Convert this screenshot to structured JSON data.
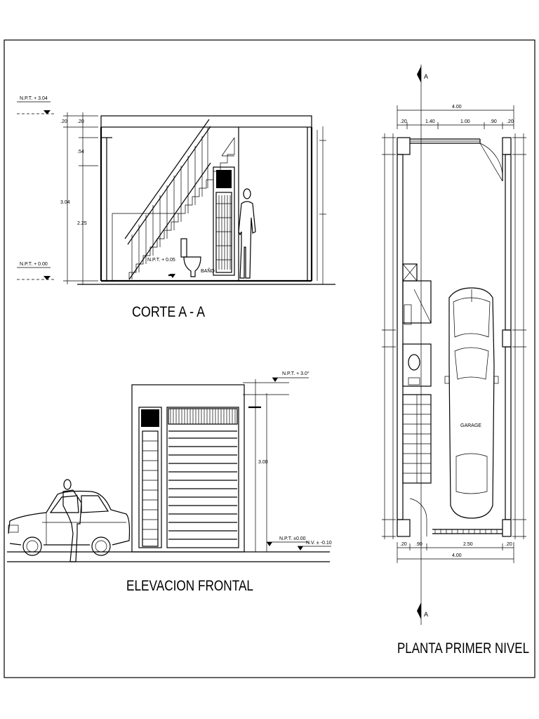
{
  "titles": {
    "corte": "CORTE A - A",
    "elevacion": "ELEVACION FRONTAL",
    "planta": "PLANTA PRIMER NIVEL"
  },
  "corte": {
    "level_top": "N.P.T. + 3.04",
    "level_bottom": "N.P.T. + 0.00",
    "level_stair": "N.P.T. + 0.05",
    "bath_label": "BAÑO",
    "dim_top1": ".20",
    "dim_top2": ".20",
    "dim_mid": ".54",
    "dim_total": "3.04",
    "dim_lower": "2.25"
  },
  "elevacion": {
    "level_roof": "N.P.T. + 3.0°",
    "level_floor": "N.P.T. ±0.00",
    "level_street": "N.V. ± -0.10",
    "dim_height": "3.00"
  },
  "planta": {
    "section_marker": "A",
    "dim_total_top": "4.00",
    "dim_total_bottom": "4.00",
    "dims_top": [
      ".20",
      "1.40",
      "1.00",
      ".90",
      ".20"
    ],
    "dims_bottom": [
      ".20",
      ".90",
      "2.50",
      ".20"
    ],
    "garage_label": "GARAGE"
  }
}
